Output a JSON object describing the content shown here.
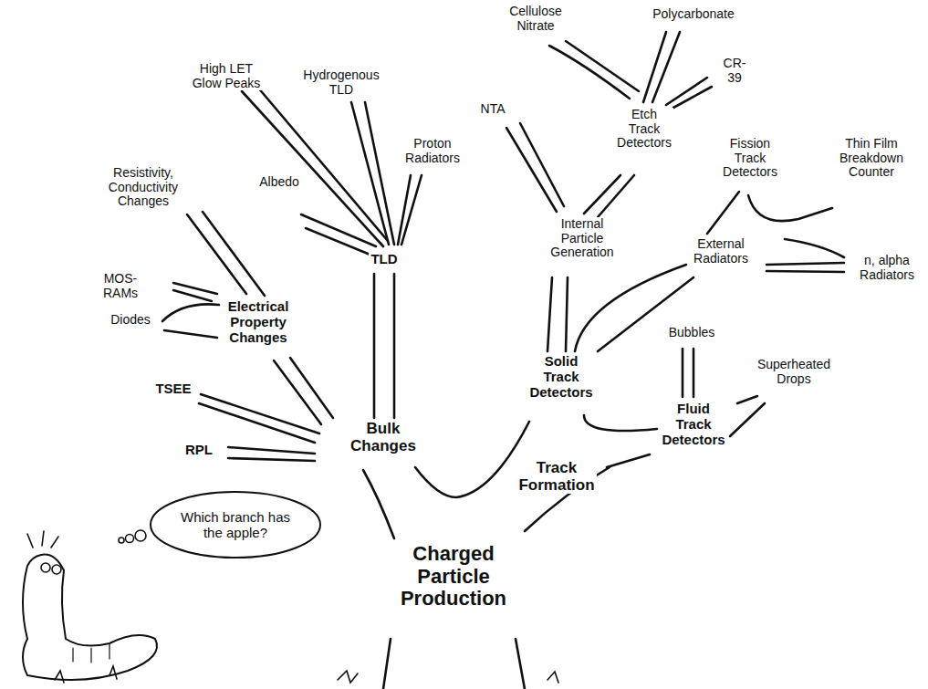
{
  "diagram": {
    "nodes": [
      {
        "text": [
          "Which branch has the apple?"
        ]
      }
    ],
    "labels": [
      "Cellulose Nitrate",
      "Polycarbonate",
      "CR-39",
      "High LET Glow Peaks",
      "Hydrogenous TLD",
      "NTA",
      "Proton Radiators",
      "Etch Track Detectors",
      "Fission Track Detectors",
      "Thin Film Breakdown Counter",
      "Resistivity, Conductivity Changes",
      "Albedo",
      "TLD",
      "Internal Particle Generation",
      "External Radiators",
      "n, alpha Radiators",
      "MOS-RAMs",
      "Diodes",
      "Electrical Property Changes",
      "Bubbles",
      "Superheated Drops",
      "Solid Track Detectors",
      "Fluid Track Detectors",
      "TSEE",
      "RPL",
      "Bulk Changes",
      "Track Formation",
      "Charged Particle Production"
    ]
  }
}
